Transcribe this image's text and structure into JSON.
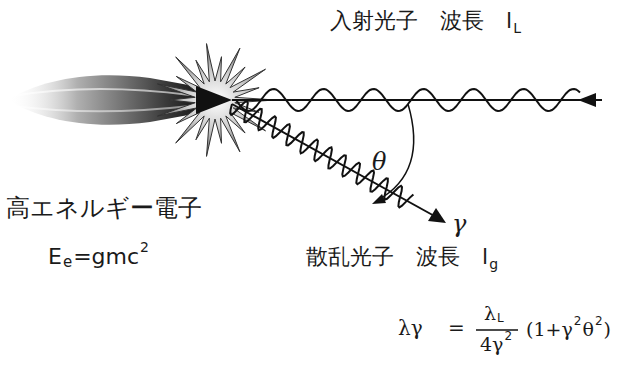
{
  "diagram": {
    "labels": [
      "入射光子　波長　l",
      "L",
      "θ",
      "γ",
      "高エネルギー電子",
      "E",
      "e",
      "=gmc",
      "2",
      "散乱光子　波長　l",
      "g",
      "λγ",
      "=",
      "λ",
      "L",
      "4γ",
      "2",
      "(1+γ",
      "2",
      "θ",
      "2",
      ")"
    ]
  }
}
